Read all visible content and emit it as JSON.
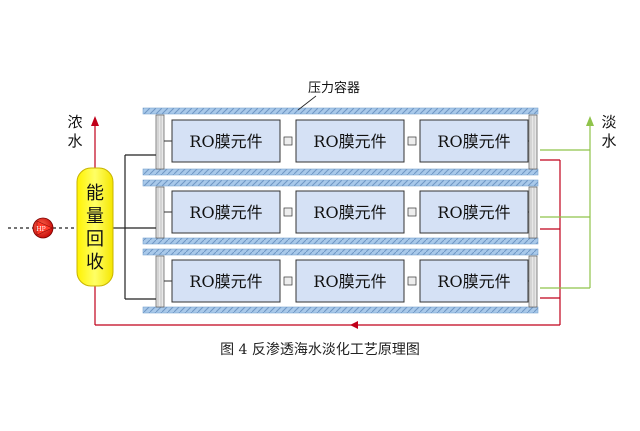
{
  "labels": {
    "vessel": "压力容器",
    "concentrate_top": "浓",
    "concentrate_bottom": "水",
    "fresh_top": "淡",
    "fresh_bottom": "水",
    "energy_recovery": [
      "能",
      "量",
      "回",
      "收"
    ],
    "pump": "HP"
  },
  "modules": [
    [
      "RO膜元件",
      "RO膜元件",
      "RO膜元件"
    ],
    [
      "RO膜元件",
      "RO膜元件",
      "RO膜元件"
    ],
    [
      "RO膜元件",
      "RO膜元件",
      "RO膜元件"
    ]
  ],
  "caption": "图 4   反渗透海水淡化工艺原理图",
  "colors": {
    "module_fill": "#d5e1f5",
    "module_border": "#333333",
    "rail": "#9fc2e6",
    "concentrate_line": "#c0001a",
    "fresh_line": "#8fc34a",
    "energy_fill": "#fff700",
    "pump_fill": "#e01010"
  }
}
